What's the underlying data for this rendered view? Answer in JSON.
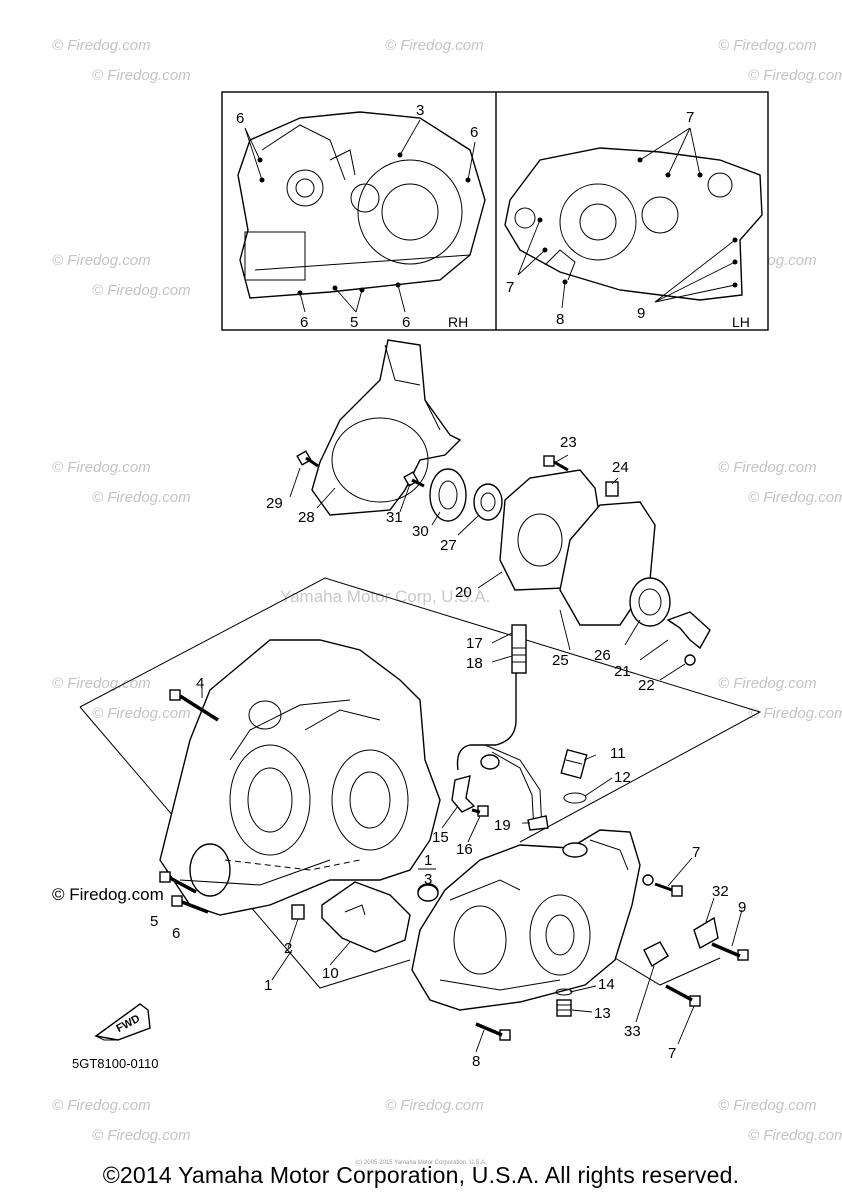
{
  "watermark": {
    "brand": "© Firedog.com",
    "center": "Yamaha Motor Corp, U.S.A.",
    "corner_left": "© Firedog.com"
  },
  "inset": {
    "rh_label": "RH",
    "lh_label": "LH",
    "rh_callouts": [
      "6",
      "3",
      "6",
      "6",
      "5",
      "6"
    ],
    "lh_callouts": [
      "7",
      "7",
      "8",
      "9"
    ]
  },
  "callouts": {
    "c1": "1",
    "c2": "2",
    "c3": "3",
    "c4": "4",
    "c5": "5",
    "c6": "6",
    "c7a": "7",
    "c7b": "7",
    "c8": "8",
    "c9": "9",
    "c10": "10",
    "c11": "11",
    "c12": "12",
    "c13": "13",
    "c14": "14",
    "c15": "15",
    "c16": "16",
    "c17": "17",
    "c18": "18",
    "c19": "19",
    "c20": "20",
    "c21": "21",
    "c22": "22",
    "c23": "23",
    "c24": "24",
    "c25": "25",
    "c26": "26",
    "c27": "27",
    "c28": "28",
    "c29": "29",
    "c30": "30",
    "c31": "31",
    "c32": "32",
    "c33": "33",
    "frac_top": "1",
    "frac_bottom": "3"
  },
  "fwd_label": "FWD",
  "diagram_code": "5GT8100-0110",
  "footer": "©2014 Yamaha Motor Corporation, U.S.A. All rights reserved.",
  "footer_small": "(c) 2005-2015 Yamaha Motor Corporation, U.S.A."
}
